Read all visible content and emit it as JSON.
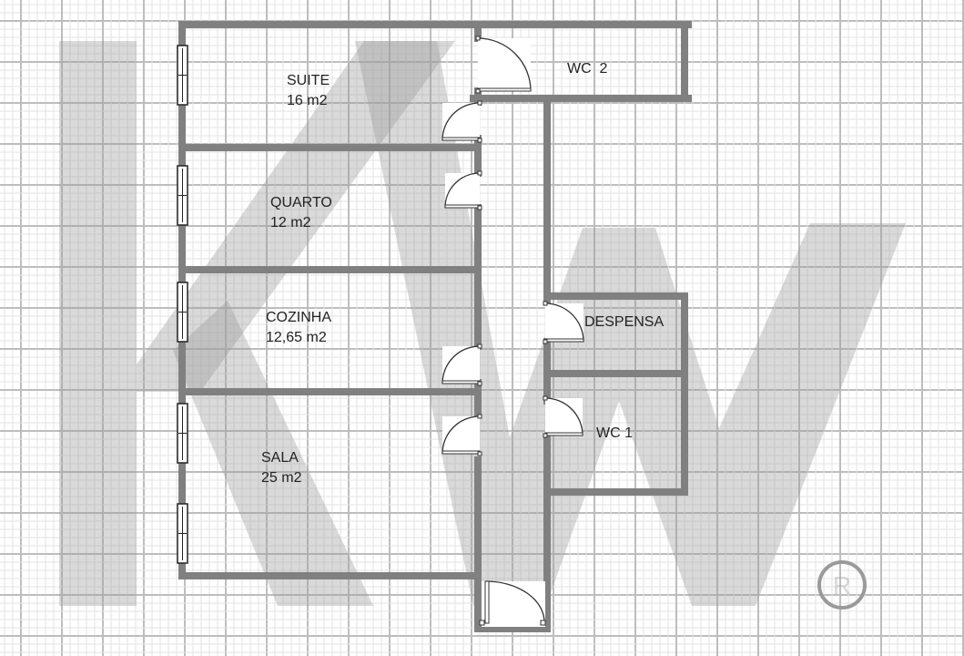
{
  "rooms": [
    {
      "name": "SUITE",
      "area": "16 m2"
    },
    {
      "name": "QUARTO",
      "area": "12 m2"
    },
    {
      "name": "COZINHA",
      "area": "12,65 m2"
    },
    {
      "name": "SALA",
      "area": "25 m2"
    },
    {
      "name": "WC  2"
    },
    {
      "name": "DESPENSA"
    },
    {
      "name": "WC 1"
    }
  ],
  "watermark": {
    "text": "KW",
    "mark": "®"
  },
  "colors": {
    "wall": "#808080",
    "grid_major": "#bdbdbd",
    "grid_minor": "#e3e3e3",
    "watermark": "#9a9a9a"
  }
}
